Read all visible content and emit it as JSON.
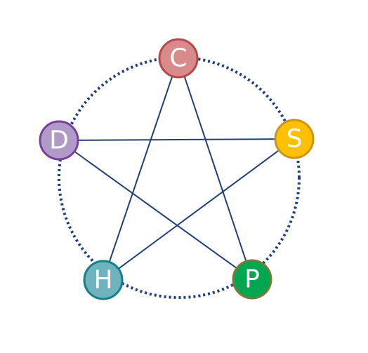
{
  "diagram": {
    "type": "pentagram-cycle",
    "colors": {
      "dotted_circle": "#1f3f7a",
      "star_lines": "#1f3f7a"
    },
    "nodes": [
      {
        "id": "C",
        "label": "C",
        "fill": "#d98a8a",
        "stroke": "#b5484a"
      },
      {
        "id": "S",
        "label": "S",
        "fill": "#ffc000",
        "stroke": "#c9961c"
      },
      {
        "id": "P",
        "label": "P",
        "fill": "#00a650",
        "stroke": "#7a7a3a"
      },
      {
        "id": "H",
        "label": "H",
        "fill": "#6fb3bf",
        "stroke": "#167f89"
      },
      {
        "id": "D",
        "label": "D",
        "fill": "#b09bc8",
        "stroke": "#7a3f9a"
      }
    ],
    "edges": [
      [
        "C",
        "H"
      ],
      [
        "C",
        "P"
      ],
      [
        "D",
        "S"
      ],
      [
        "D",
        "P"
      ],
      [
        "S",
        "H"
      ]
    ]
  }
}
